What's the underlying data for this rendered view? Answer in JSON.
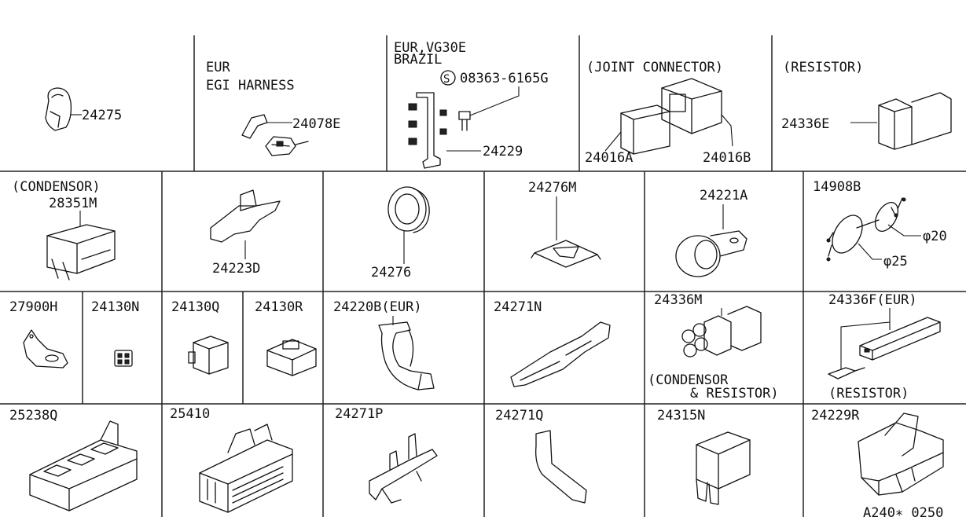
{
  "cells": {
    "r1c1": {
      "part": "24275"
    },
    "r1c2": {
      "note1": "EUR",
      "note2": "EGI HARNESS",
      "part": "24078E"
    },
    "r1c3": {
      "note1": "EUR,VG30E",
      "note2": "BRAZIL",
      "screw_symbol": "S",
      "screw": "08363-6165G",
      "part": "24229"
    },
    "r1c4": {
      "note": "(JOINT CONNECTOR)",
      "part1": "24016A",
      "part2": "24016B"
    },
    "r1c5": {
      "note": "(RESISTOR)",
      "part": "24336E"
    },
    "r2c1": {
      "note": "(CONDENSOR)",
      "part": "28351M"
    },
    "r2c2": {
      "part": "24223D"
    },
    "r2c3": {
      "part": "24276"
    },
    "r2c4": {
      "part": "24276M"
    },
    "r2c5": {
      "part": "24221A"
    },
    "r2c6": {
      "part": "14908B",
      "dim1": "φ20",
      "dim2": "φ25"
    },
    "r3c1": {
      "part": "27900H"
    },
    "r3c2": {
      "part": "24130N"
    },
    "r3c3": {
      "part": "24130Q"
    },
    "r3c4": {
      "part": "24130R"
    },
    "r3c5": {
      "part": "24220B(EUR)"
    },
    "r3c6": {
      "part": "24271N"
    },
    "r3c7": {
      "part": "24336M",
      "note1": "(CONDENSOR",
      "note2": "& RESISTOR)"
    },
    "r3c8": {
      "part": "24336F(EUR)",
      "note": "(RESISTOR)"
    },
    "r4c1": {
      "part": "25238Q"
    },
    "r4c2": {
      "part": "25410"
    },
    "r4c3": {
      "part": "24271P"
    },
    "r4c4": {
      "part": "24271Q"
    },
    "r4c5": {
      "part": "24315N"
    },
    "r4c6": {
      "part": "24229R"
    }
  },
  "footer": {
    "code": "A240∗ 0250"
  }
}
